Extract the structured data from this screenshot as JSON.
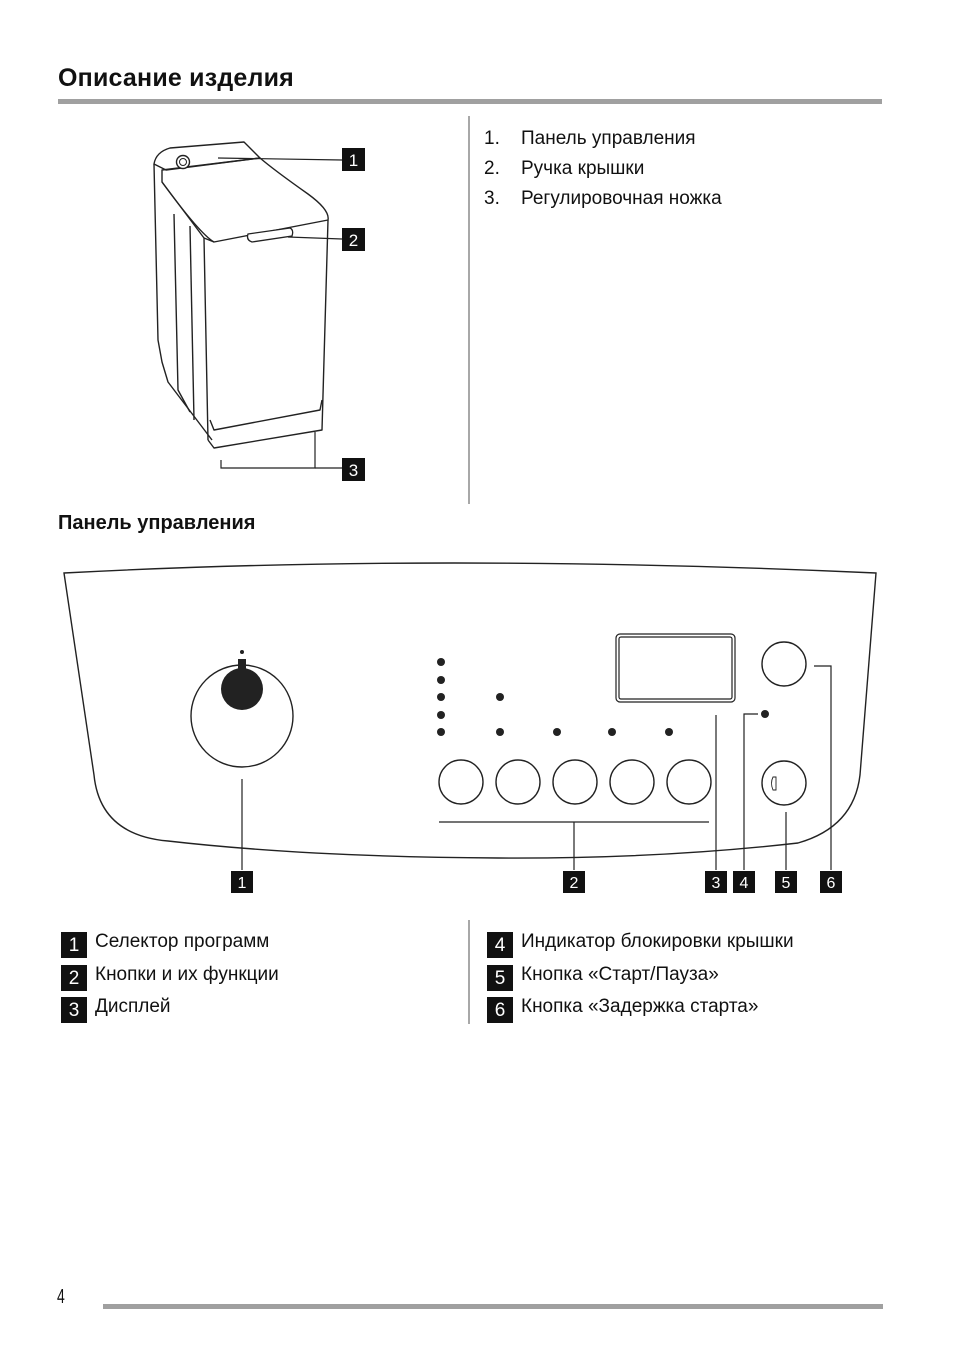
{
  "page": {
    "title": "Описание изделия",
    "number": "4"
  },
  "product_parts": {
    "items": [
      {
        "num": "1.",
        "label": "Панель управления"
      },
      {
        "num": "2.",
        "label": "Ручка крышки"
      },
      {
        "num": "3.",
        "label": "Регулировочная ножка"
      }
    ],
    "callouts": [
      "1",
      "2",
      "3"
    ]
  },
  "control_panel": {
    "title": "Панель управления",
    "callouts": [
      "1",
      "2",
      "3",
      "4",
      "5",
      "6"
    ],
    "legend_left": [
      {
        "num": "1",
        "label": "Селектор программ"
      },
      {
        "num": "2",
        "label": "Кнопки и их функции"
      },
      {
        "num": "3",
        "label": "Дисплей"
      }
    ],
    "legend_right": [
      {
        "num": "4",
        "label": "Индикатор блокировки крышки"
      },
      {
        "num": "5",
        "label": "Кнопка «Старт/Пауза»"
      },
      {
        "num": "6",
        "label": "Кнопка «Задержка старта»"
      }
    ]
  }
}
